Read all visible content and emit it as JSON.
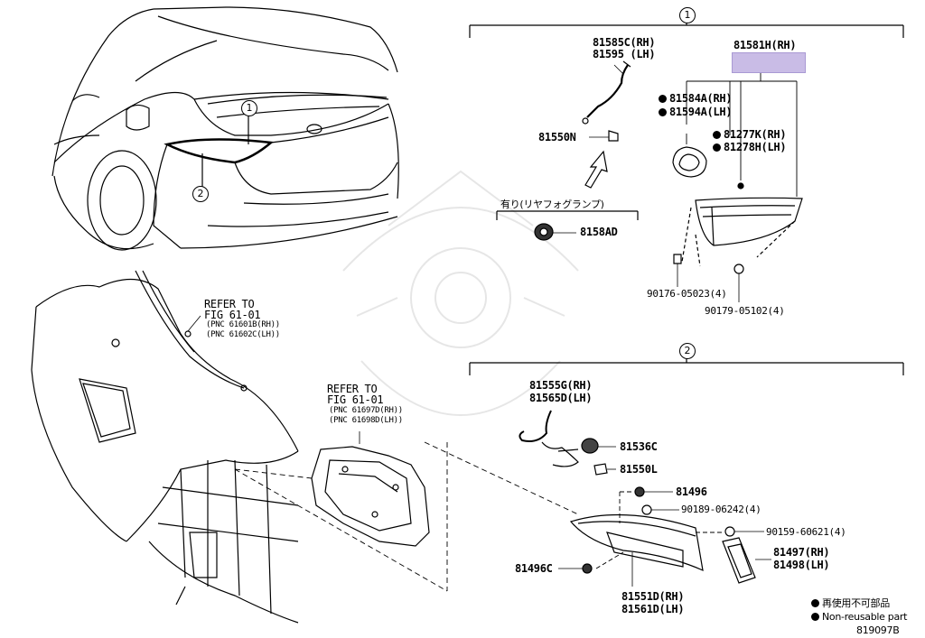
{
  "callouts": {
    "c1": "1",
    "c2": "2"
  },
  "group1": {
    "p81585C": "81585C(RH)",
    "p81595": "81595 (LH)",
    "p81550N": "81550N",
    "fog_note": "有り(リヤフォグランプ)",
    "p8158AD": "8158AD",
    "p81581H": "81581H(RH)",
    "p81584A": "81584A(RH)",
    "p81594A": "81594A(LH)",
    "p81277K": "81277K(RH)",
    "p81278H": "81278H(LH)",
    "p90176": "90176-05023(4)",
    "p90179": "90179-05102(4)"
  },
  "group2": {
    "p81555G": "81555G(RH)",
    "p81565D": "81565D(LH)",
    "p81536C": "81536C",
    "p81550L": "81550L",
    "p81496": "81496",
    "p90189": "90189-06242(4)",
    "p90159": "90159-60621(4)",
    "p81497": "81497(RH)",
    "p81498": "81498(LH)",
    "p81496C": "81496C",
    "p81551D": "81551D(RH)",
    "p81561D": "81561D(LH)"
  },
  "refs": {
    "ref1_title": "REFER TO",
    "ref1_fig": "FIG 61-01",
    "ref1_pnc1": "(PNC 61601B(RH))",
    "ref1_pnc2": "(PNC 61602C(LH))",
    "ref2_title": "REFER TO",
    "ref2_fig": "FIG 61-01",
    "ref2_pnc1": "(PNC 61697D(RH))",
    "ref2_pnc2": "(PNC 61698D(LH))"
  },
  "legend": {
    "jp": "再使用不可部品",
    "en": "Non-reusable part",
    "figure_id": "819097B"
  },
  "colors": {
    "highlight": "#c9bce6",
    "line": "#000000"
  }
}
